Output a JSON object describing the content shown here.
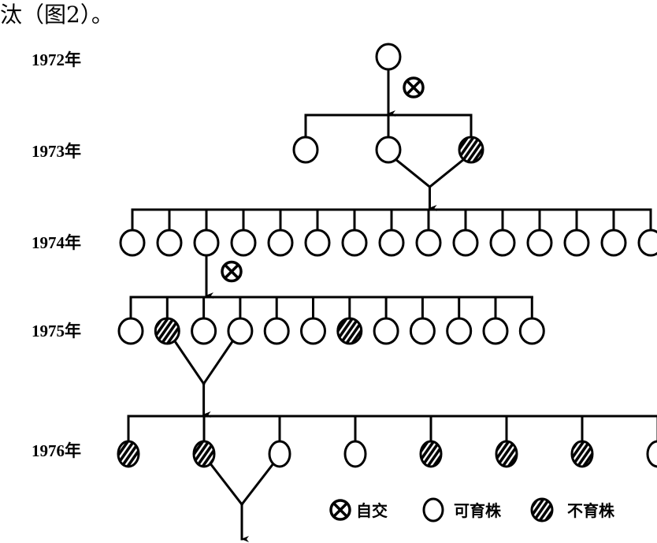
{
  "caption": "汰（图2）。",
  "years": [
    {
      "label": "1972年"
    },
    {
      "label": "1973年"
    },
    {
      "label": "1974年"
    },
    {
      "label": "1975年"
    },
    {
      "label": "1976年"
    }
  ],
  "generations": [
    {
      "year": "1972",
      "plants": [
        "fertile"
      ],
      "selfed_index": 0
    },
    {
      "year": "1973",
      "plants": [
        "fertile",
        "fertile",
        "sterile"
      ],
      "cross_from": [
        1,
        2
      ]
    },
    {
      "year": "1974",
      "plants": [
        "fertile",
        "fertile",
        "fertile",
        "fertile",
        "fertile",
        "fertile",
        "fertile",
        "fertile",
        "fertile",
        "fertile",
        "fertile",
        "fertile",
        "fertile",
        "fertile",
        "fertile"
      ],
      "selfed_index": 2
    },
    {
      "year": "1975",
      "plants": [
        "fertile",
        "sterile",
        "fertile",
        "fertile",
        "fertile",
        "fertile",
        "sterile",
        "fertile",
        "fertile",
        "fertile",
        "fertile",
        "fertile"
      ],
      "cross_from": [
        1,
        3
      ]
    },
    {
      "year": "1976",
      "plants": [
        "sterile",
        "sterile",
        "fertile",
        "fertile",
        "sterile",
        "sterile",
        "sterile",
        "fertile"
      ],
      "cross_from": [
        1,
        2
      ]
    }
  ],
  "legend": {
    "selfing": "自交",
    "fertile": "可育株",
    "sterile": "不育株"
  }
}
